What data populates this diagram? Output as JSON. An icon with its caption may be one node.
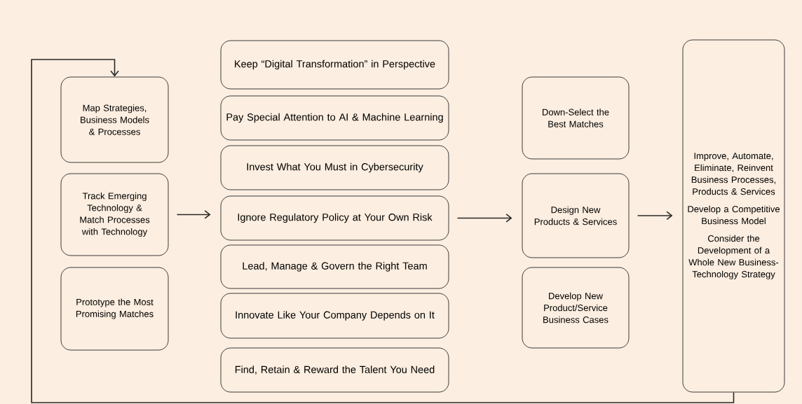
{
  "diagram": {
    "nodes": [
      {
        "text": [
          "Map Strategies, Business Models & Processes"
        ]
      },
      {
        "text": [
          "Track Emerging Technology & Match Processes with Technology"
        ]
      },
      {
        "text": [
          "Prototype the Most Promising Matches"
        ]
      },
      {
        "text": [
          "Keep “Digital Transformation” in Perspective"
        ]
      },
      {
        "text": [
          "Pay Special Attention to AI & Machine Learning"
        ]
      },
      {
        "text": [
          "Invest What You Must in Cybersecurity"
        ]
      },
      {
        "text": [
          "Ignore Regulatory Policy at Your Own Risk"
        ]
      },
      {
        "text": [
          "Lead, Manage & Govern the Right Team"
        ]
      },
      {
        "text": [
          "Innovate Like Your Company Depends on It"
        ]
      },
      {
        "text": [
          "Find, Retain & Reward the Talent You Need"
        ]
      },
      {
        "text": [
          "Down-Select the Best Matches"
        ]
      },
      {
        "text": [
          "Design New Products & Services"
        ]
      },
      {
        "text": [
          "Develop New Product/Service Business Cases"
        ]
      },
      {
        "text": [
          "Improve, Automate, Eliminate, Reinvent Business Processes, Products & Services",
          "Develop a Competitive Business Model",
          "Consider the Development of a Whole New Business-Technology Strategy"
        ]
      }
    ],
    "edges": [
      {
        "from": 1,
        "to": 6,
        "arrow": "to"
      },
      {
        "from": 6,
        "to": 11,
        "arrow": "to"
      },
      {
        "from": 11,
        "to": 13,
        "arrow": "to"
      },
      {
        "from": 13,
        "to": 0,
        "arrow": "to"
      }
    ]
  }
}
